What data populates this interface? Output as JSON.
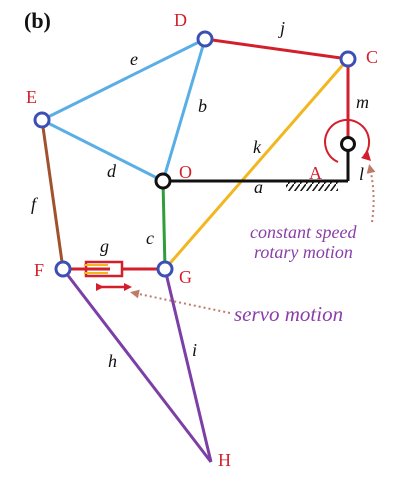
{
  "panel_label": "(b)",
  "colors": {
    "red": "#d21f2b",
    "blue": "#5aaee6",
    "black": "#111111",
    "gold": "#f2b61f",
    "green": "#2f9e3a",
    "brown": "#a0522d",
    "purple": "#7b3fa6",
    "joint": "#3c50b4",
    "annotation": "#8a3fa8",
    "dotted": "#c07a6a"
  },
  "joints": {
    "D": "D",
    "C": "C",
    "E": "E",
    "O": "O",
    "A": "A",
    "F": "F",
    "G": "G",
    "H": "H"
  },
  "links": {
    "a": "a",
    "b": "b",
    "c": "c",
    "d": "d",
    "e": "e",
    "f": "f",
    "g": "g",
    "h": "h",
    "i": "i",
    "j": "j",
    "k": "k",
    "l": "l",
    "m": "m"
  },
  "annotations": {
    "constant_line1": "constant speed",
    "constant_line2": "rotary motion",
    "servo": "servo motion"
  }
}
